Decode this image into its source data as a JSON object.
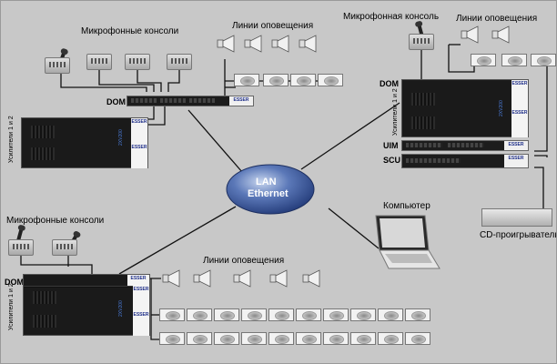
{
  "labels": {
    "consoles_top_left": "Микрофонные консоли",
    "lines_top_left": "Линии оповещения",
    "console_top_right": "Микрофонная консоль",
    "lines_top_right": "Линии оповещения",
    "dom_top_left": "DOM",
    "dom_top_right": "DOM",
    "amps_top_left": "Усилители 1 и 2",
    "amps_top_right": "Усилители 1 и 2",
    "uim": "UIM",
    "scu": "SCU",
    "lan_line1": "LAN",
    "lan_line2": "Ethernet",
    "computer": "Компьютер",
    "cd_player": "CD-проигрыватель",
    "consoles_bottom_left": "Микрофонные консоли",
    "lines_bottom": "Линии оповещения",
    "dom_bottom": "DOM",
    "amps_bottom": "Усилители 1 и 2"
  },
  "device": {
    "brand": "ESSER",
    "model": "2XV200"
  },
  "colors": {
    "background": "#c8c8c8",
    "lan_ellipse": "#3a5aa0",
    "lan_text": "#ffffff",
    "wires": "#111111",
    "tag_text": "#1e2e88"
  }
}
